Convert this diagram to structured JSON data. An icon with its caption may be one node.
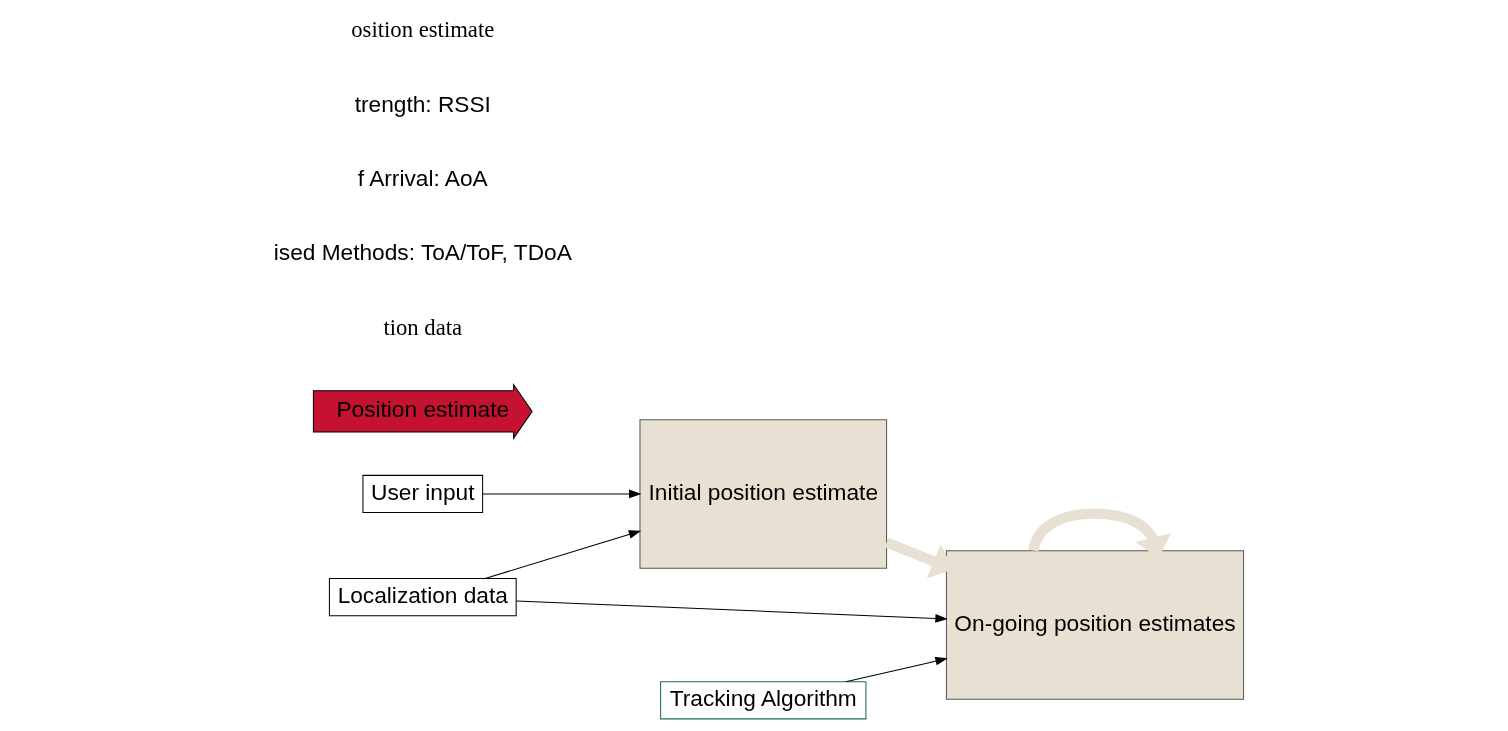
{
  "diagram": {
    "nodes": [
      {
        "text": [
          "Localization data"
        ]
      },
      {
        "text": [
          "Initial position estimate"
        ]
      },
      {
        "text": [
          "On-going position estimates"
        ]
      },
      {
        "text": [
          "User input"
        ]
      },
      {
        "text": [
          "Tracking Algorithm"
        ]
      },
      {
        "text": [
          "Position estimate"
        ]
      }
    ],
    "edges": [
      {
        "from": 0,
        "to": 1,
        "arrow": "to"
      },
      {
        "from": 0,
        "to": 2,
        "arrow": "to"
      },
      {
        "from": 3,
        "to": 1,
        "arrow": "to"
      },
      {
        "from": 1,
        "to": 2,
        "arrow": "to",
        "style": "thick",
        "color": "#e8e1d3"
      },
      {
        "from": 2,
        "to": 2,
        "arrow": "to",
        "style": "thick",
        "color": "#e8e1d3"
      },
      {
        "from": 4,
        "to": 2,
        "arrow": "to"
      }
    ],
    "labels": [
      "tion data",
      "ised Methods: ToA/ToF, TDoA",
      "f Arrival: AoA",
      "trength: RSSI",
      "osition estimate"
    ]
  }
}
